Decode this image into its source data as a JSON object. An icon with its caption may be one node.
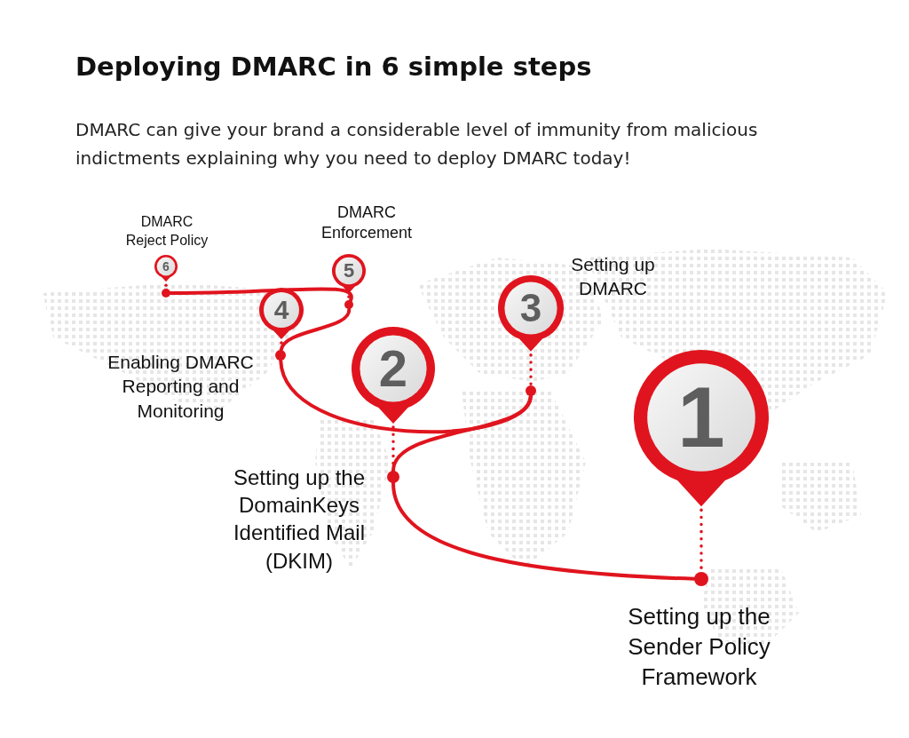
{
  "diagram": {
    "title": "Deploying DMARC in 6 simple steps",
    "caption": "DMARC can give your brand a considerable level of immunity from malicious indictments explaining why you need to deploy DMARC today!",
    "nodes": [
      {
        "text": [
          "1"
        ]
      },
      {
        "text": [
          "2"
        ]
      },
      {
        "text": [
          "3"
        ]
      },
      {
        "text": [
          "4"
        ]
      },
      {
        "text": [
          "5"
        ]
      },
      {
        "text": [
          "6"
        ]
      },
      {
        "text": [],
        "shape": "circle"
      },
      {
        "text": [],
        "shape": "circle"
      },
      {
        "text": [],
        "shape": "circle"
      },
      {
        "text": [],
        "shape": "circle"
      },
      {
        "text": [],
        "shape": "circle"
      },
      {
        "text": [],
        "shape": "circle"
      }
    ],
    "edges": [
      {
        "from": 0,
        "to": 6,
        "arrow": "none",
        "style": "dashed"
      },
      {
        "from": 1,
        "to": 7,
        "arrow": "none",
        "style": "dashed"
      },
      {
        "from": 2,
        "to": 8,
        "arrow": "none",
        "style": "dashed"
      },
      {
        "from": 3,
        "to": 9,
        "arrow": "none",
        "style": "dashed"
      },
      {
        "from": 4,
        "to": 10,
        "arrow": "none",
        "style": "dashed"
      },
      {
        "from": 5,
        "to": 11,
        "arrow": "none",
        "style": "dashed"
      },
      {
        "from": 6,
        "to": 7,
        "arrow": "none"
      },
      {
        "from": 7,
        "to": 8,
        "arrow": "none"
      },
      {
        "from": 8,
        "to": 9,
        "arrow": "none"
      },
      {
        "from": 9,
        "to": 10,
        "arrow": "none"
      },
      {
        "from": 10,
        "to": 11,
        "arrow": "none"
      }
    ],
    "labels": [
      "DMARC Reject Policy",
      "DMARC Enforcement",
      "Setting up DMARC",
      "Enabling DMARC Reporting and Monitoring",
      "Setting up the DomainKeys Identified Mail (DKIM)",
      "Setting up the Sender Policy Framework"
    ]
  }
}
